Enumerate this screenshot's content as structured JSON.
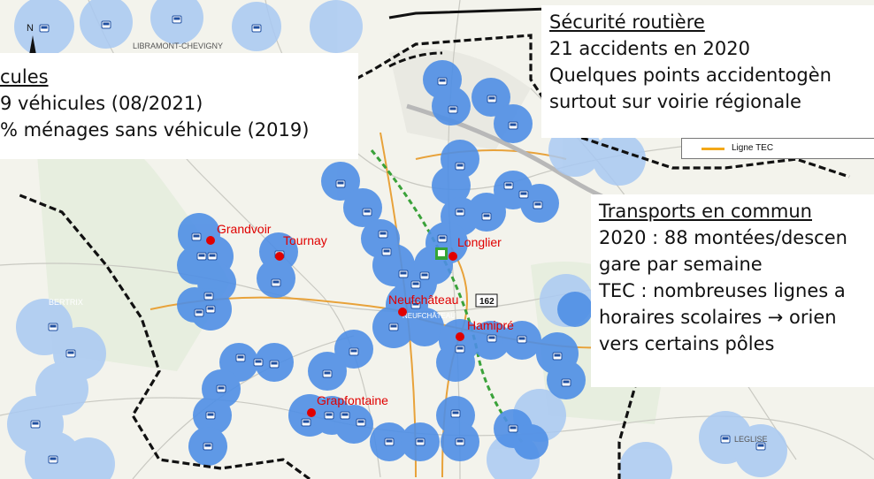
{
  "map": {
    "north_label": "N",
    "places": [
      {
        "label": "LIBRAMONT-CHEVIGNY"
      },
      {
        "label": "BERTRIX"
      },
      {
        "label": "NEUFCHÂTEAU"
      },
      {
        "label": "LEGLISE"
      }
    ],
    "villages": [
      {
        "label": "Grandvoir"
      },
      {
        "label": "Tournay"
      },
      {
        "label": "Longlier"
      },
      {
        "label": "Neufchâteau"
      },
      {
        "label": "Hamipré"
      },
      {
        "label": "Grapfontaine"
      }
    ],
    "road_badge": "162",
    "colors": {
      "bus_zone": "#4f8fe6",
      "bus_zone_outer": "#a9c9f3",
      "village_dot": "#e00000",
      "village_label": "#e00000",
      "tec_line": "#f3a818",
      "rail_line": "#3aa23a",
      "border": "#111111"
    },
    "icons": [
      "bus-stop-icon",
      "train-station-icon",
      "north-arrow-icon"
    ]
  },
  "callouts": {
    "vehicles": {
      "heading": "cules",
      "line1": "9 véhicules (08/2021)",
      "line2": "% ménages sans véhicule (2019)"
    },
    "road_safety": {
      "heading": "Sécurité routière",
      "line1": "21 accidents en 2020",
      "line2": "Quelques points accidentogèn",
      "line3": "surtout sur voirie régionale"
    },
    "public_transport": {
      "heading": "Transports en commun",
      "line1": "2020 : 88 montées/descen",
      "line2": "gare par semaine",
      "line3": "TEC : nombreuses lignes a",
      "line4": "horaires scolaires → orien",
      "line5": "vers certains pôles"
    }
  },
  "legend": {
    "tec_line_label": "Ligne TEC"
  }
}
